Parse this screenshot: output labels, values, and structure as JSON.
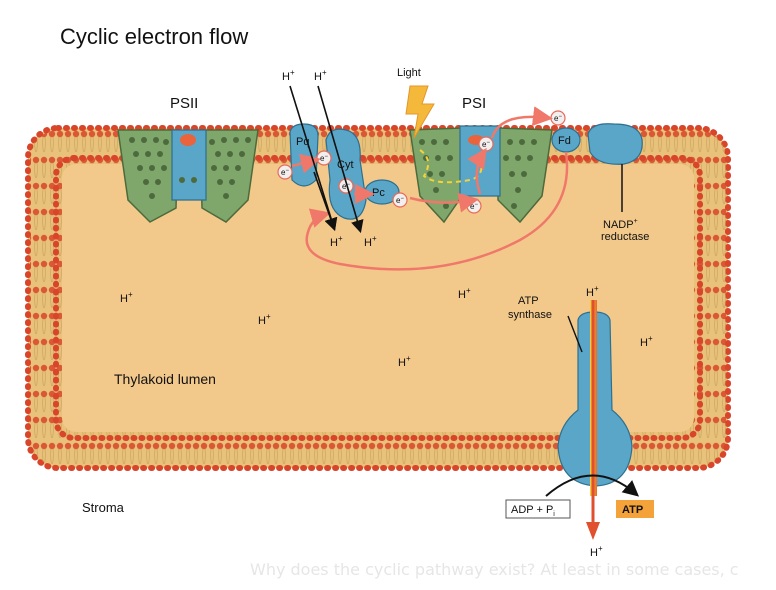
{
  "title": "Cyclic electron flow",
  "labels": {
    "psii": "PSII",
    "psi": "PSI",
    "light": "Light",
    "pq": "Pq",
    "cyt": "Cyt",
    "pc": "Pc",
    "fd": "Fd",
    "electron": "e",
    "electron_sup": "−",
    "proton": "H",
    "proton_sup": "+",
    "nadp_line1": "NADP",
    "nadp_sup": "+",
    "nadp_line2": "reductase",
    "atp_synthase_line1": "ATP",
    "atp_synthase_line2": "synthase",
    "lumen": "Thylakoid lumen",
    "stroma": "Stroma",
    "adp": "ADP + P",
    "adp_sub": "i",
    "atp": "ATP"
  },
  "caption": "Why does the cyclic pathway exist? At least in some cases, c",
  "colors": {
    "lumen": "#f3c98b",
    "lipid_head": "#d9452b",
    "lipid_tail": "#e8c27a",
    "psii_green": "#7fa66b",
    "protein_blue": "#5aa6c8",
    "arrow_red": "#f0786a",
    "atp_orange": "#f4a23a"
  }
}
